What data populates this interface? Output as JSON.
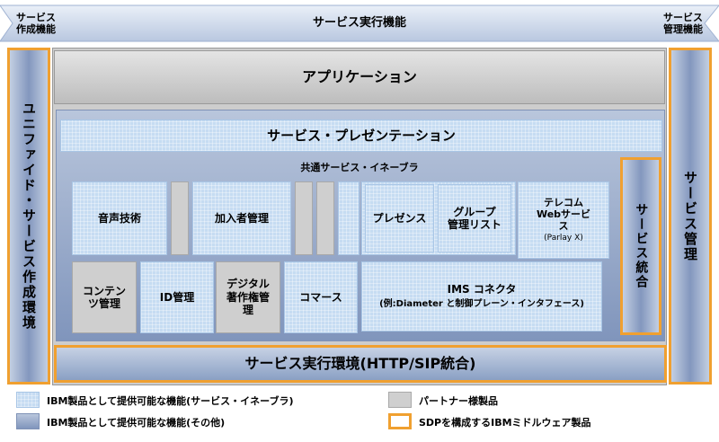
{
  "header": {
    "left": "サービス\n作成機能",
    "center": "サービス実行機能",
    "right": "サービス\n管理機能"
  },
  "side": {
    "left": "ユニファイド・サービス作成環境",
    "right": "サービス管理",
    "integration": "サービス統合"
  },
  "layers": {
    "application": "アプリケーション",
    "presentation": "サービス・プレゼンテーション",
    "enablers": "共通サービス・イネーブラ",
    "execution": "サービス実行環境(HTTP/SIP統合)"
  },
  "blocks": {
    "voice": "音声技術",
    "subscriber": "加入者管理",
    "presence": "プレゼンス",
    "group": "グループ\n管理リスト",
    "telecom": "テレコム\nWebサービ\nス",
    "parlay": "(Parlay X)",
    "content": "コンテン\nツ管理",
    "id": "ID管理",
    "drm": "デジタル\n著作権管\n理",
    "commerce": "コマース",
    "ims_title": "IMS コネクタ",
    "ims_sub": "(例:Diameter と制御プレーン・インタフェース)"
  },
  "legend": {
    "light": "IBM製品として提供可能な機能(サービス・イネーブラ)",
    "dark": "IBM製品として提供可能な機能(その他)",
    "gray": "パートナー様製品",
    "orange": "SDPを構成するIBMミドルウェア製品"
  },
  "colors": {
    "light_blue": "#c6dcf2",
    "dark_blue": "#8095bc",
    "gray": "#cfcfcf",
    "orange": "#f0a030"
  }
}
